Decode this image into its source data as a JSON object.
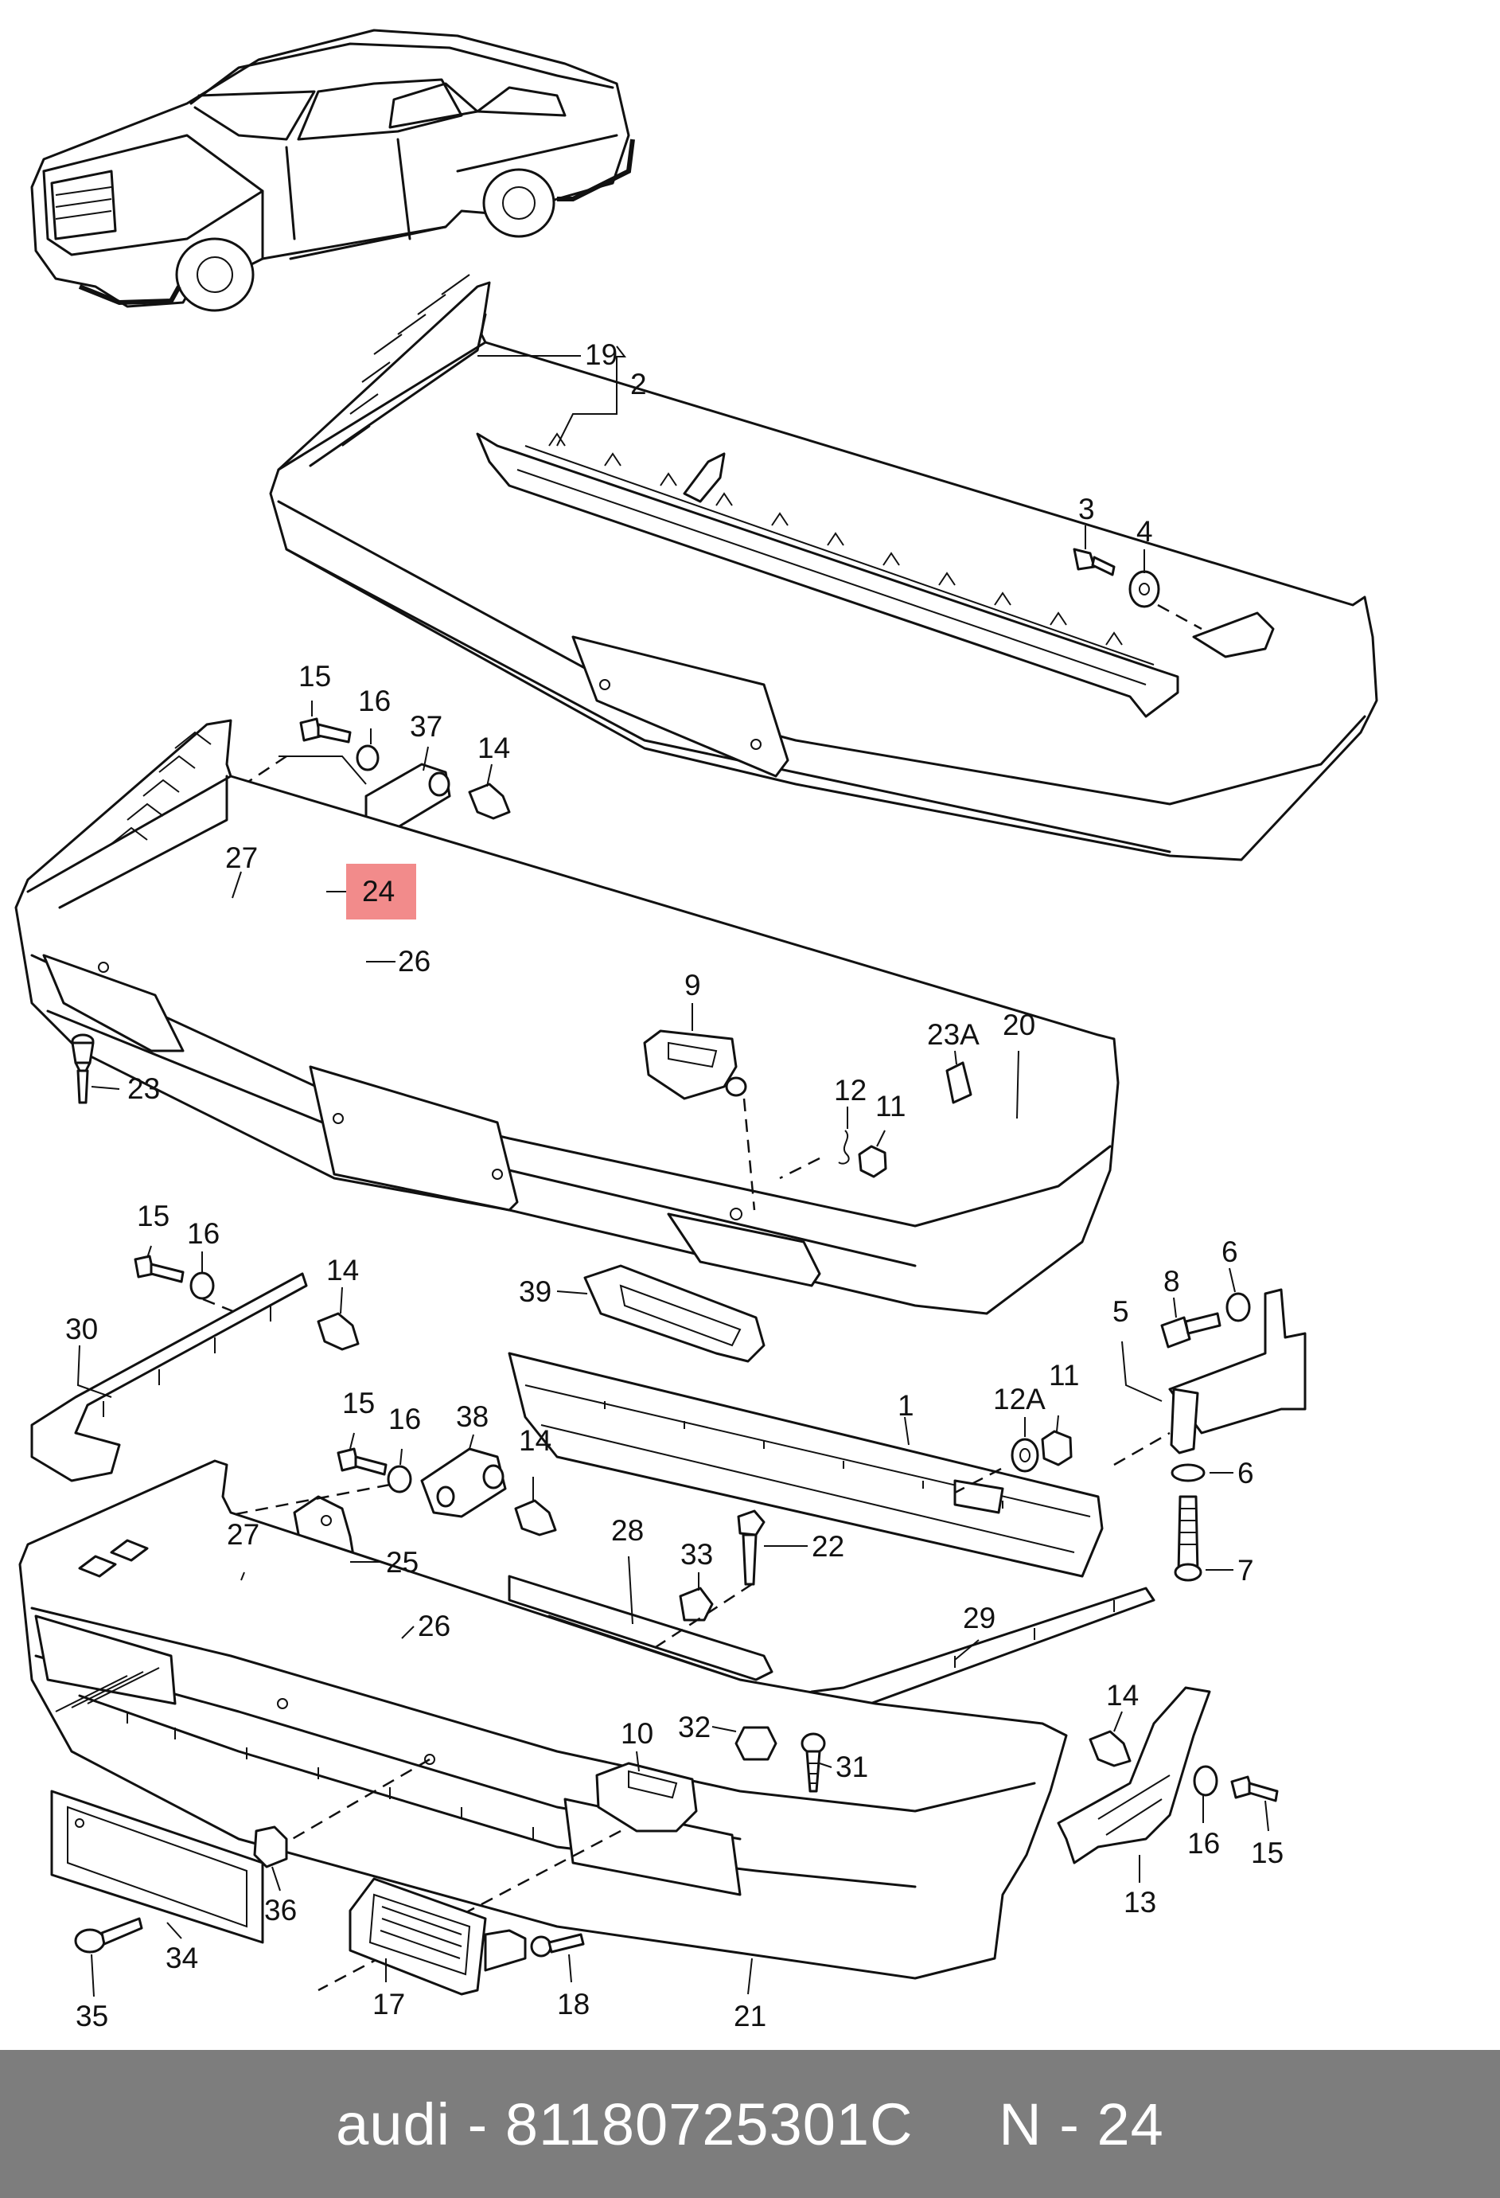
{
  "diagram": {
    "highlight_color": "#f28b8b",
    "highlight_label_id": "lbl-24",
    "labels": [
      {
        "id": "lbl-19",
        "text": "19"
      },
      {
        "id": "lbl-2",
        "text": "2"
      },
      {
        "id": "lbl-3",
        "text": "3"
      },
      {
        "id": "lbl-4",
        "text": "4"
      },
      {
        "id": "lbl-15a",
        "text": "15"
      },
      {
        "id": "lbl-16a",
        "text": "16"
      },
      {
        "id": "lbl-37",
        "text": "37"
      },
      {
        "id": "lbl-14a",
        "text": "14"
      },
      {
        "id": "lbl-27a",
        "text": "27"
      },
      {
        "id": "lbl-24",
        "text": "24"
      },
      {
        "id": "lbl-26a",
        "text": "26"
      },
      {
        "id": "lbl-23",
        "text": "23"
      },
      {
        "id": "lbl-9",
        "text": "9"
      },
      {
        "id": "lbl-23A",
        "text": "23A"
      },
      {
        "id": "lbl-20",
        "text": "20"
      },
      {
        "id": "lbl-12",
        "text": "12"
      },
      {
        "id": "lbl-11a",
        "text": "11"
      },
      {
        "id": "lbl-15b",
        "text": "15"
      },
      {
        "id": "lbl-16b",
        "text": "16"
      },
      {
        "id": "lbl-14b",
        "text": "14"
      },
      {
        "id": "lbl-30",
        "text": "30"
      },
      {
        "id": "lbl-39",
        "text": "39"
      },
      {
        "id": "lbl-8",
        "text": "8"
      },
      {
        "id": "lbl-6a",
        "text": "6"
      },
      {
        "id": "lbl-5",
        "text": "5"
      },
      {
        "id": "lbl-15c",
        "text": "15"
      },
      {
        "id": "lbl-16c",
        "text": "16"
      },
      {
        "id": "lbl-38",
        "text": "38"
      },
      {
        "id": "lbl-14c",
        "text": "14"
      },
      {
        "id": "lbl-1",
        "text": "1"
      },
      {
        "id": "lbl-12A",
        "text": "12A"
      },
      {
        "id": "lbl-11b",
        "text": "11"
      },
      {
        "id": "lbl-6b",
        "text": "6"
      },
      {
        "id": "lbl-27b",
        "text": "27"
      },
      {
        "id": "lbl-25",
        "text": "25"
      },
      {
        "id": "lbl-26b",
        "text": "26"
      },
      {
        "id": "lbl-28",
        "text": "28"
      },
      {
        "id": "lbl-33",
        "text": "33"
      },
      {
        "id": "lbl-22",
        "text": "22"
      },
      {
        "id": "lbl-7",
        "text": "7"
      },
      {
        "id": "lbl-29",
        "text": "29"
      },
      {
        "id": "lbl-10",
        "text": "10"
      },
      {
        "id": "lbl-32",
        "text": "32"
      },
      {
        "id": "lbl-31",
        "text": "31"
      },
      {
        "id": "lbl-14d",
        "text": "14"
      },
      {
        "id": "lbl-36",
        "text": "36"
      },
      {
        "id": "lbl-16d",
        "text": "16"
      },
      {
        "id": "lbl-15d",
        "text": "15"
      },
      {
        "id": "lbl-13",
        "text": "13"
      },
      {
        "id": "lbl-34",
        "text": "34"
      },
      {
        "id": "lbl-17",
        "text": "17"
      },
      {
        "id": "lbl-18",
        "text": "18"
      },
      {
        "id": "lbl-35",
        "text": "35"
      },
      {
        "id": "lbl-21",
        "text": "21"
      }
    ]
  },
  "footer": {
    "text": "audi - 81180725301C     N - 24",
    "background": "#7d7d7d",
    "color": "#ffffff"
  }
}
